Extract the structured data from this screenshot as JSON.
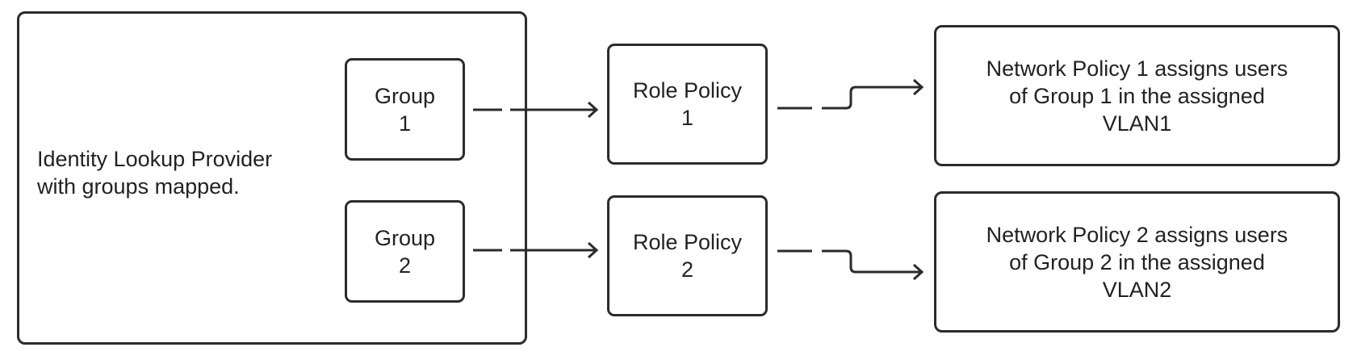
{
  "provider": {
    "label": "Identity Lookup Provider\nwith groups mapped."
  },
  "groups": [
    {
      "label": "Group\n1"
    },
    {
      "label": "Group\n2"
    }
  ],
  "role_policies": [
    {
      "label": "Role Policy\n1"
    },
    {
      "label": "Role Policy\n2"
    }
  ],
  "network_policies": [
    {
      "label": "Network Policy 1 assigns users\nof Group 1 in the assigned\nVLAN1"
    },
    {
      "label": "Network Policy 2 assigns users\nof Group 2 in the assigned\nVLAN2"
    }
  ],
  "colors": {
    "stroke": "#2b2b2b",
    "text": "#222222",
    "background": "#ffffff"
  }
}
